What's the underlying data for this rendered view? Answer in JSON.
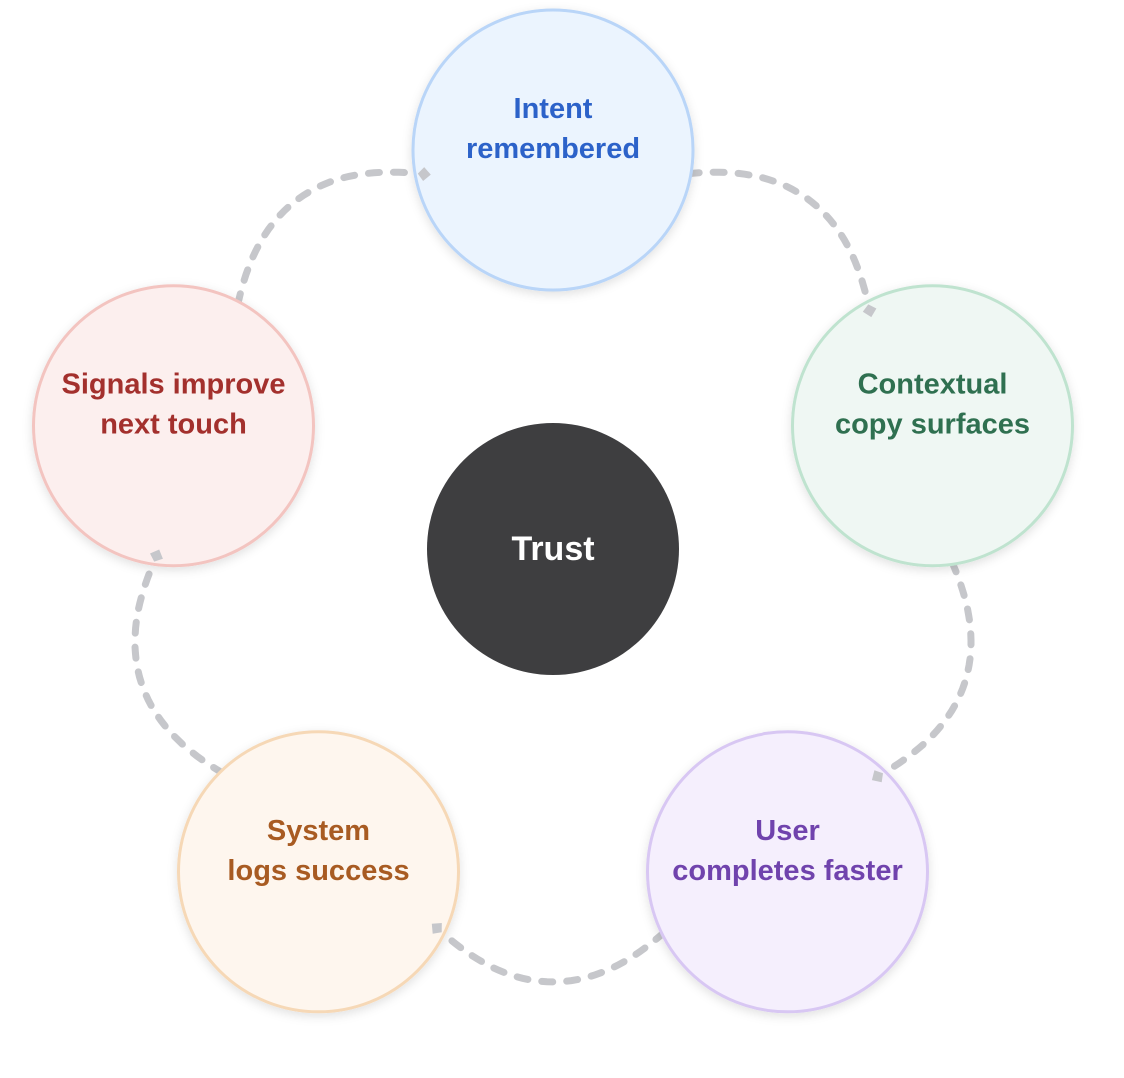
{
  "diagram": {
    "type": "cycle",
    "center": {
      "label": "Trust",
      "fill": "#3e3e40",
      "text_color": "#ffffff"
    },
    "nodes": [
      {
        "id": "intent",
        "lines": [
          "Intent",
          "remembered"
        ],
        "fill": "#ebf4fe",
        "stroke": "#b9d5f8",
        "text_color": "#2c62c9"
      },
      {
        "id": "contextual",
        "lines": [
          "Contextual",
          "copy surfaces"
        ],
        "fill": "#eff7f3",
        "stroke": "#bfe3cf",
        "text_color": "#2f7050"
      },
      {
        "id": "user",
        "lines": [
          "User",
          "completes faster"
        ],
        "fill": "#f5effd",
        "stroke": "#d8c7f3",
        "text_color": "#7043ad"
      },
      {
        "id": "system",
        "lines": [
          "System",
          "logs success"
        ],
        "fill": "#fef6ee",
        "stroke": "#f6d8b6",
        "text_color": "#a85b22"
      },
      {
        "id": "signals",
        "lines": [
          "Signals improve",
          "next touch"
        ],
        "fill": "#fcefee",
        "stroke": "#f3c4c0",
        "text_color": "#a3302d"
      }
    ],
    "edges": [
      {
        "from": "intent",
        "to": "contextual"
      },
      {
        "from": "contextual",
        "to": "user"
      },
      {
        "from": "user",
        "to": "system"
      },
      {
        "from": "system",
        "to": "signals"
      },
      {
        "from": "signals",
        "to": "intent"
      }
    ],
    "connector_color": "#c6c7cb"
  }
}
